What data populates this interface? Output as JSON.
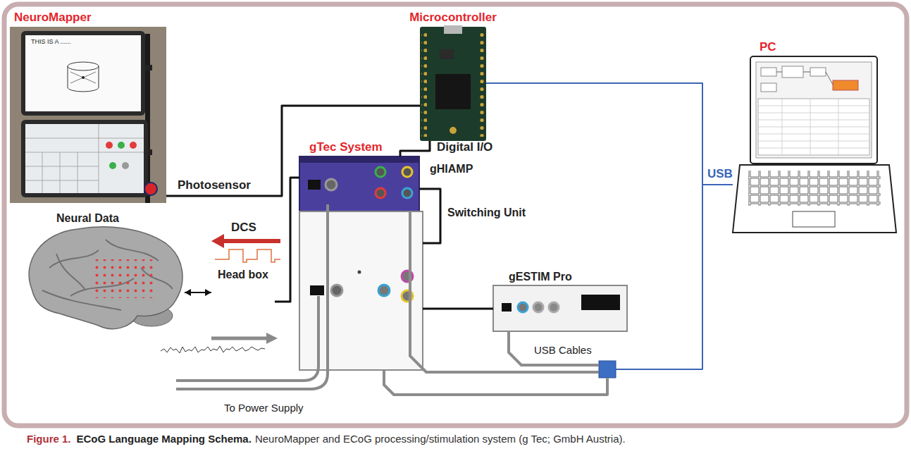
{
  "diagram": {
    "title": "ECoG Language Mapping Schema.",
    "caption": "NeuroMapper and ECoG processing/stimulation system (g Tec; GmbH Austria).",
    "nodes": [
      {
        "text": [
          "NeuroMapper"
        ]
      },
      {
        "text": [
          "Microcontroller"
        ]
      },
      {
        "text": [
          "PC"
        ]
      },
      {
        "text": [
          "gTec System",
          "gHIAMP"
        ]
      },
      {
        "text": [
          "Neural Data"
        ]
      },
      {
        "text": [
          "Head box"
        ]
      },
      {
        "text": [
          "Switching Unit"
        ]
      },
      {
        "text": [
          "gESTIM Pro"
        ]
      },
      {
        "text": [
          "USB Cables"
        ]
      }
    ],
    "edges": [
      {
        "from": 0,
        "to": 1,
        "label": "Photosensor",
        "arrow": "none"
      },
      {
        "from": 1,
        "to": 3,
        "label": "Digital I/O",
        "arrow": "none"
      },
      {
        "from": 1,
        "to": 2,
        "label": "USB",
        "arrow": "none"
      },
      {
        "from": 4,
        "to": 5,
        "arrow": "both"
      },
      {
        "from": 5,
        "to": 3,
        "arrow": "none"
      },
      {
        "from": 3,
        "to": 6,
        "arrow": "none"
      },
      {
        "from": 6,
        "to": 7,
        "arrow": "none"
      },
      {
        "from": 3,
        "to": 8,
        "arrow": "none"
      },
      {
        "from": 6,
        "to": 8,
        "arrow": "none"
      },
      {
        "from": 7,
        "to": 8,
        "arrow": "none"
      },
      {
        "from": 8,
        "to": 2,
        "arrow": "none"
      }
    ],
    "labels": [
      "THIS IS A ......",
      "DCS",
      "To Power Supply",
      "Figure 1."
    ]
  }
}
